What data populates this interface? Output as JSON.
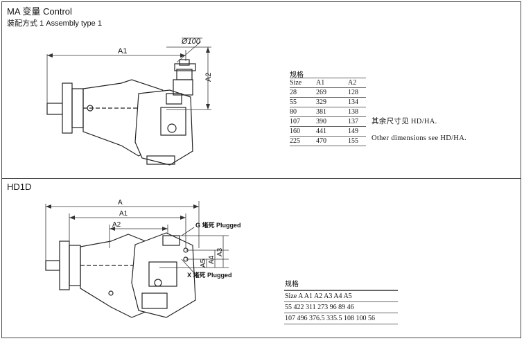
{
  "section1": {
    "title": "MA 变量 Control",
    "subtitle": "装配方式 1 Assembly type 1",
    "dims": {
      "a1": "A1",
      "a2": "A2",
      "dia": "Ø100"
    },
    "table": {
      "caption": "规格",
      "headers": [
        "Size",
        "A1",
        "A2"
      ],
      "rows": [
        [
          "28",
          "269",
          "128"
        ],
        [
          "55",
          "329",
          "134"
        ],
        [
          "80",
          "381",
          "138"
        ],
        [
          "107",
          "390",
          "137"
        ],
        [
          "160",
          "441",
          "149"
        ],
        [
          "225",
          "470",
          "155"
        ]
      ]
    },
    "note_cn": "其余尺寸见 HD/HA.",
    "note_en": "Other dimensions see HD/HA."
  },
  "section2": {
    "title": "HD1D",
    "dims": {
      "a": "A",
      "a1": "A1",
      "a2": "A2",
      "a3": "A3",
      "a4": "A4",
      "a5": "A5"
    },
    "port_g": "G 堵死 Plugged",
    "port_x": "X 堵死 Plugged",
    "table": {
      "caption": "规格",
      "header": "Size A A1 A2 A3 A4 A5",
      "rows": [
        "55 422 311 273 96 89 46",
        "107 496 376.5 335.5 108 100 56"
      ]
    }
  }
}
